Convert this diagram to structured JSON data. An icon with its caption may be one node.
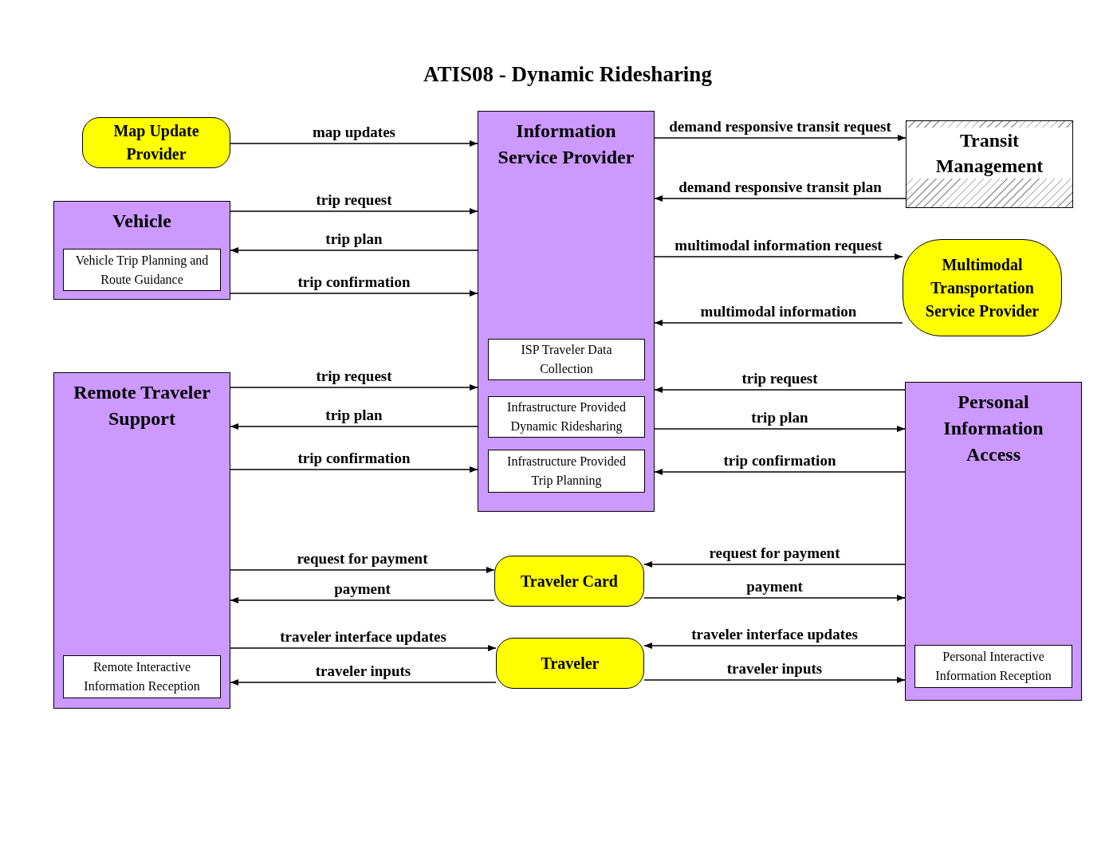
{
  "diagram": {
    "title": "ATIS08 - Dynamic Ridesharing",
    "nodes": [
      {
        "text": [
          "Map Update Provider"
        ]
      },
      {
        "text": [
          "Information Service Provider"
        ]
      },
      {
        "text": [
          "ISP Traveler Data Collection"
        ],
        "in": 1
      },
      {
        "text": [
          "Infrastructure Provided Dynamic Ridesharing"
        ],
        "in": 1
      },
      {
        "text": [
          "Infrastructure Provided Trip Planning"
        ],
        "in": 1
      },
      {
        "text": [
          "Transit Management"
        ]
      },
      {
        "text": [
          "Vehicle"
        ]
      },
      {
        "text": [
          "Vehicle Trip Planning and Route Guidance"
        ],
        "in": 6
      },
      {
        "text": [
          "Multimodal Transportation Service Provider"
        ]
      },
      {
        "text": [
          "Remote Traveler Support"
        ]
      },
      {
        "text": [
          "Remote Interactive Information Reception"
        ],
        "in": 9
      },
      {
        "text": [
          "Personal Information Access"
        ]
      },
      {
        "text": [
          "Personal Interactive Information Reception"
        ],
        "in": 11
      },
      {
        "text": [
          "Traveler Card"
        ]
      },
      {
        "text": [
          "Traveler"
        ]
      }
    ],
    "edges": [
      {
        "from": 0,
        "to": 1,
        "arrow": "to",
        "label": "map updates"
      },
      {
        "from": 1,
        "to": 5,
        "arrow": "to",
        "label": "demand responsive transit request"
      },
      {
        "from": 5,
        "to": 1,
        "arrow": "to",
        "label": "demand responsive transit plan"
      },
      {
        "from": 6,
        "to": 1,
        "arrow": "to",
        "label": "trip request"
      },
      {
        "from": 1,
        "to": 6,
        "arrow": "to",
        "label": "trip plan"
      },
      {
        "from": 6,
        "to": 1,
        "arrow": "to",
        "label": "trip confirmation"
      },
      {
        "from": 1,
        "to": 8,
        "arrow": "to",
        "label": "multimodal information request"
      },
      {
        "from": 8,
        "to": 1,
        "arrow": "to",
        "label": "multimodal information"
      },
      {
        "from": 9,
        "to": 1,
        "arrow": "to",
        "label": "trip request"
      },
      {
        "from": 1,
        "to": 9,
        "arrow": "to",
        "label": "trip plan"
      },
      {
        "from": 9,
        "to": 1,
        "arrow": "to",
        "label": "trip confirmation"
      },
      {
        "from": 11,
        "to": 1,
        "arrow": "to",
        "label": "trip request"
      },
      {
        "from": 1,
        "to": 11,
        "arrow": "to",
        "label": "trip plan"
      },
      {
        "from": 11,
        "to": 1,
        "arrow": "to",
        "label": "trip confirmation"
      },
      {
        "from": 9,
        "to": 13,
        "arrow": "to",
        "label": "request for payment"
      },
      {
        "from": 13,
        "to": 9,
        "arrow": "to",
        "label": "payment"
      },
      {
        "from": 11,
        "to": 13,
        "arrow": "to",
        "label": "request for payment"
      },
      {
        "from": 13,
        "to": 11,
        "arrow": "to",
        "label": "payment"
      },
      {
        "from": 9,
        "to": 14,
        "arrow": "to",
        "label": "traveler interface updates"
      },
      {
        "from": 14,
        "to": 9,
        "arrow": "to",
        "label": "traveler inputs"
      },
      {
        "from": 11,
        "to": 14,
        "arrow": "to",
        "label": "traveler interface updates"
      },
      {
        "from": 14,
        "to": 11,
        "arrow": "to",
        "label": "traveler inputs"
      }
    ]
  }
}
